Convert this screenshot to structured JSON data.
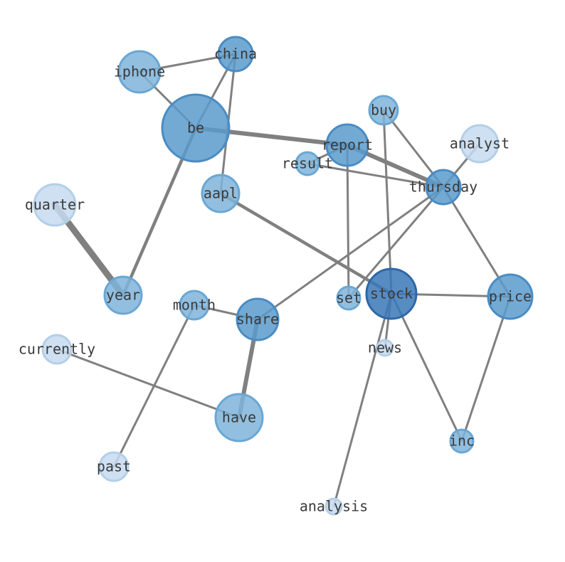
{
  "colors": {
    "edge": "#808080",
    "label": "#3a3a3a",
    "node_fill": {
      "deep": "#3a78b8",
      "strong": "#5b9bcc",
      "medium": "#7fb4da",
      "light": "#c6dbef"
    },
    "node_stroke": {
      "deep": "#2e67a6",
      "strong": "#4a8cc4",
      "medium": "#6aa7d4",
      "light": "#b3cfe8"
    }
  },
  "nodes": [
    {
      "id": "be",
      "label": "be",
      "tone": "strong"
    },
    {
      "id": "china",
      "label": "china",
      "tone": "strong"
    },
    {
      "id": "iphone",
      "label": "iphone",
      "tone": "medium"
    },
    {
      "id": "buy",
      "label": "buy",
      "tone": "medium"
    },
    {
      "id": "report",
      "label": "report",
      "tone": "strong"
    },
    {
      "id": "analyst",
      "label": "analyst",
      "tone": "light"
    },
    {
      "id": "result",
      "label": "result",
      "tone": "medium"
    },
    {
      "id": "thursday",
      "label": "thursday",
      "tone": "strong"
    },
    {
      "id": "aapl",
      "label": "aapl",
      "tone": "medium"
    },
    {
      "id": "quarter",
      "label": "quarter",
      "tone": "light"
    },
    {
      "id": "year",
      "label": "year",
      "tone": "medium"
    },
    {
      "id": "month",
      "label": "month",
      "tone": "medium"
    },
    {
      "id": "share",
      "label": "share",
      "tone": "strong"
    },
    {
      "id": "set",
      "label": "set",
      "tone": "medium"
    },
    {
      "id": "stock",
      "label": "stock",
      "tone": "deep"
    },
    {
      "id": "price",
      "label": "price",
      "tone": "strong"
    },
    {
      "id": "currently",
      "label": "currently",
      "tone": "light"
    },
    {
      "id": "news",
      "label": "news",
      "tone": "light"
    },
    {
      "id": "have",
      "label": "have",
      "tone": "medium"
    },
    {
      "id": "inc",
      "label": "inc",
      "tone": "medium"
    },
    {
      "id": "past",
      "label": "past",
      "tone": "light"
    },
    {
      "id": "analysis",
      "label": "analysis",
      "tone": "light"
    }
  ],
  "edges": [
    {
      "source": "iphone",
      "target": "china",
      "weight": 2
    },
    {
      "source": "iphone",
      "target": "be",
      "weight": 2
    },
    {
      "source": "be",
      "target": "china",
      "weight": 2
    },
    {
      "source": "china",
      "target": "aapl",
      "weight": 2
    },
    {
      "source": "be",
      "target": "year",
      "weight": 3
    },
    {
      "source": "be",
      "target": "report",
      "weight": 4
    },
    {
      "source": "report",
      "target": "thursday",
      "weight": 4
    },
    {
      "source": "report",
      "target": "result",
      "weight": 2
    },
    {
      "source": "result",
      "target": "thursday",
      "weight": 2
    },
    {
      "source": "report",
      "target": "set",
      "weight": 2
    },
    {
      "source": "buy",
      "target": "thursday",
      "weight": 2
    },
    {
      "source": "buy",
      "target": "stock",
      "weight": 2
    },
    {
      "source": "analyst",
      "target": "thursday",
      "weight": 2
    },
    {
      "source": "thursday",
      "target": "price",
      "weight": 2
    },
    {
      "source": "thursday",
      "target": "set",
      "weight": 2
    },
    {
      "source": "thursday",
      "target": "share",
      "weight": 2
    },
    {
      "source": "aapl",
      "target": "stock",
      "weight": 3
    },
    {
      "source": "quarter",
      "target": "year",
      "weight": 6
    },
    {
      "source": "month",
      "target": "share",
      "weight": 2
    },
    {
      "source": "month",
      "target": "past",
      "weight": 2
    },
    {
      "source": "share",
      "target": "have",
      "weight": 4
    },
    {
      "source": "currently",
      "target": "have",
      "weight": 2
    },
    {
      "source": "stock",
      "target": "price",
      "weight": 2
    },
    {
      "source": "stock",
      "target": "news",
      "weight": 2
    },
    {
      "source": "stock",
      "target": "inc",
      "weight": 2
    },
    {
      "source": "stock",
      "target": "analysis",
      "weight": 2
    },
    {
      "source": "price",
      "target": "inc",
      "weight": 2
    }
  ]
}
